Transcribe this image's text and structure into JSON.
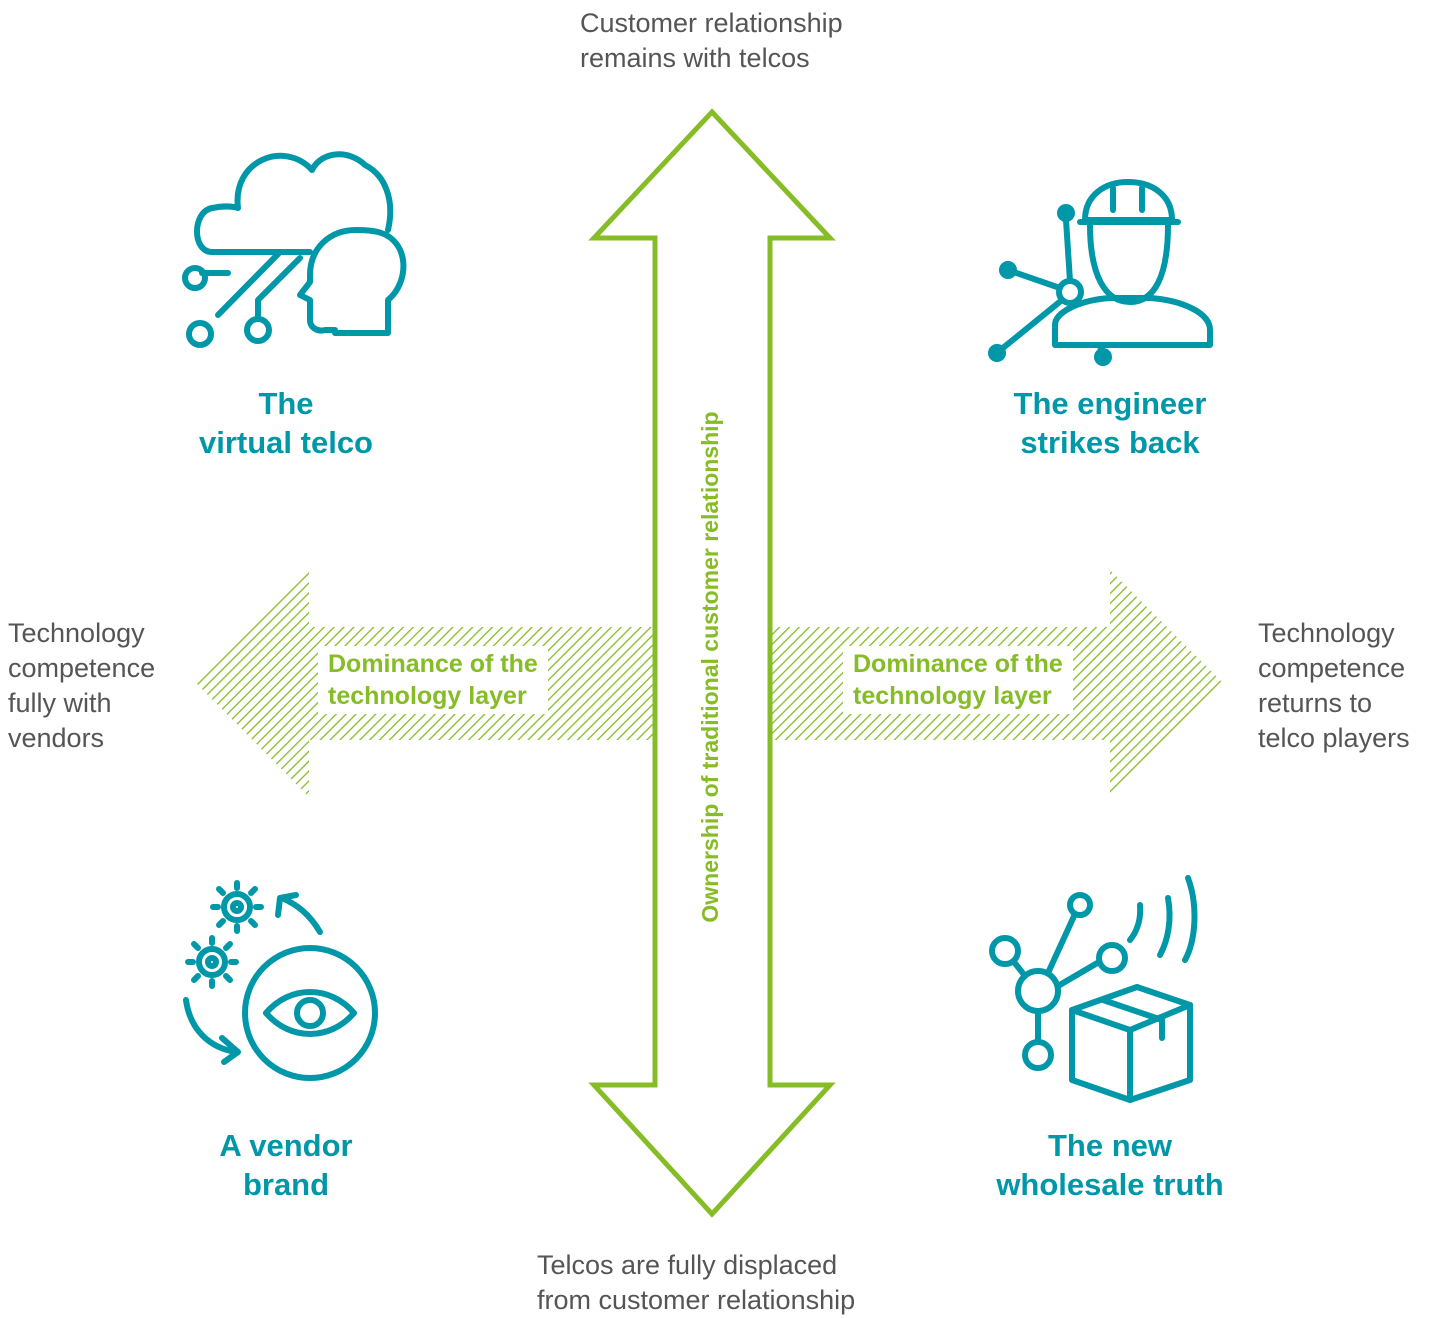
{
  "colors": {
    "green": "#86bc25",
    "teal": "#0097a9",
    "text_gray": "#555555"
  },
  "vertical_axis": {
    "label": "Ownership of traditional customer relationship",
    "top_label": "Customer relationship\nremains with telcos",
    "bottom_label": "Telcos are fully displaced\nfrom customer relationship"
  },
  "horizontal_axis": {
    "left_band_label": "Dominance of the\ntechnology layer",
    "right_band_label": "Dominance of the\ntechnology layer",
    "left_label": "Technology\ncompetence\nfully with\nvendors",
    "right_label": "Technology\ncompetence\nreturns to\ntelco players"
  },
  "quadrants": {
    "top_left": {
      "title": "The\nvirtual telco",
      "icon": "cloud-head-circuit-icon"
    },
    "top_right": {
      "title": "The engineer\nstrikes back",
      "icon": "engineer-hardhat-network-icon"
    },
    "bottom_left": {
      "title": "A vendor\nbrand",
      "icon": "eye-gears-cycle-icon"
    },
    "bottom_right": {
      "title": "The new\nwholesale truth",
      "icon": "package-network-signal-icon"
    }
  }
}
